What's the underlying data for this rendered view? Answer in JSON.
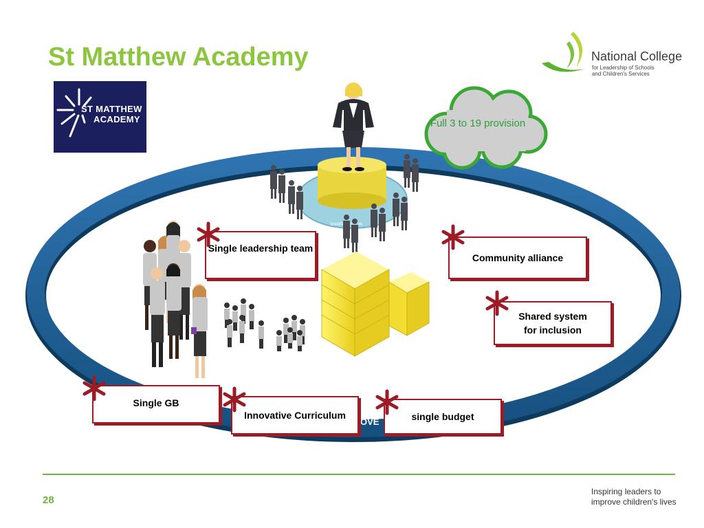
{
  "slide": {
    "title": "St Matthew Academy",
    "page_number": "28"
  },
  "school_logo": {
    "line1": "ST MATTHEW",
    "line2": "ACADEMY"
  },
  "national_college_logo": {
    "name": "National College",
    "subtitle_line1": "for Leadership of Schools",
    "subtitle_line2": "and Children's Services"
  },
  "diagram": {
    "cloud_label": "Full 3 to 19 provision",
    "platform_label": "SHARED VISION",
    "ring_label": "OVE",
    "features": [
      {
        "label": "Single leadership team"
      },
      {
        "label": "Community alliance"
      },
      {
        "label": "Shared system\nfor inclusion"
      },
      {
        "label": "Single GB"
      },
      {
        "label": "Innovative Curriculum"
      },
      {
        "label": "single budget"
      }
    ]
  },
  "footer": {
    "tagline_line1": "Inspiring leaders to",
    "tagline_line2": "improve children's lives"
  },
  "colors": {
    "title_green": "#8cc63f",
    "ring_blue": "#1f5f96",
    "box_red": "#9c1b24",
    "cloud_green": "#3aa835",
    "building_yellow": "#f5e23a"
  }
}
